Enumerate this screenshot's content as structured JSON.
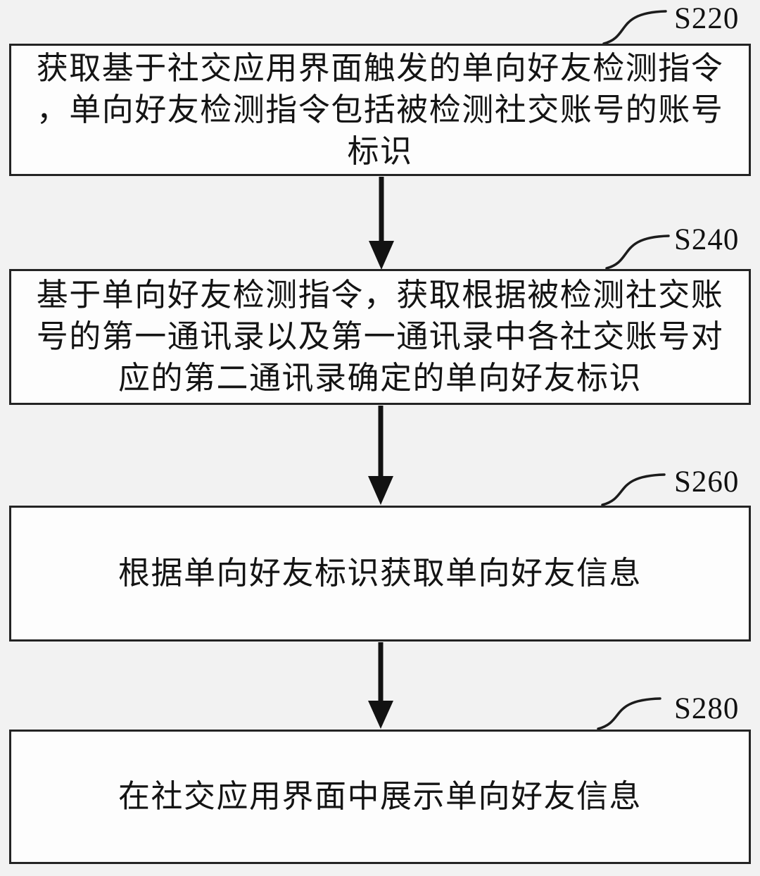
{
  "figure": {
    "type": "flowchart",
    "colors": {
      "page_background": "#f2f2f2",
      "box_fill": "#fdfdfd",
      "box_border": "#242424",
      "ink": "#141414"
    },
    "steps": [
      {
        "id": "S220",
        "text": "获取基于社交应用界面触发的单向好友检测指令，单向好友检测指令包括被检测社交账号的账号标识",
        "lines": [
          "获取基于社交应用界面触发的单向好友检测指令",
          "，单向好友检测指令包括被检测社交账号的账号",
          "标识"
        ]
      },
      {
        "id": "S240",
        "text": "基于单向好友检测指令，获取根据被检测社交账号的第一通讯录以及第一通讯录中各社交账号对应的第二通讯录确定的单向好友标识",
        "lines": [
          "基于单向好友检测指令，获取根据被检测社交账",
          "号的第一通讯录以及第一通讯录中各社交账号对",
          "应的第二通讯录确定的单向好友标识"
        ]
      },
      {
        "id": "S260",
        "text": "根据单向好友标识获取单向好友信息",
        "lines": [
          "根据单向好友标识获取单向好友信息"
        ]
      },
      {
        "id": "S280",
        "text": "在社交应用界面中展示单向好友信息",
        "lines": [
          "在社交应用界面中展示单向好友信息"
        ]
      }
    ],
    "arrows": [
      {
        "from": "S220",
        "to": "S240"
      },
      {
        "from": "S240",
        "to": "S260"
      },
      {
        "from": "S260",
        "to": "S280"
      }
    ]
  }
}
